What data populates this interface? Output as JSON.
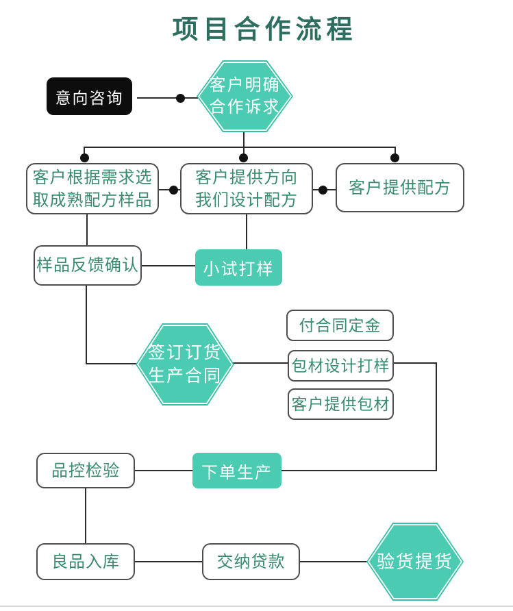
{
  "title": "项目合作流程",
  "colors": {
    "accent_teal": "#4ccbb3",
    "hexagon_border_teal": "#38c0a7",
    "text_green": "#3a8a6e",
    "title_green": "#2e6e60",
    "box_border_gray": "#4d4d4d",
    "black_box": "#0d0d0d",
    "line_black": "#2b2b2b",
    "bottom_divider_gray": "#d8d8d8"
  },
  "nodes": {
    "intent": {
      "label": "意向咨询"
    },
    "clarify": {
      "label": "客户明确\n合作诉求"
    },
    "select_sample": {
      "label": "客户根据需求选\n取成熟配方样品"
    },
    "provide_direction": {
      "label": "客户提供方向\n我们设计配方"
    },
    "provide_formula": {
      "label": "客户提供配方"
    },
    "sample_feedback": {
      "label": "样品反馈确认"
    },
    "trial_sample": {
      "label": "小试打样"
    },
    "sign_contract": {
      "label": "签订订货\n生产合同"
    },
    "deposit": {
      "label": "付合同定金"
    },
    "packaging_design": {
      "label": "包材设计打样"
    },
    "client_packaging": {
      "label": "客户提供包材"
    },
    "quality_check": {
      "label": "品控检验"
    },
    "production": {
      "label": "下单生产"
    },
    "warehouse": {
      "label": "良品入库"
    },
    "payment": {
      "label": "交纳贷款"
    },
    "pickup": {
      "label": "验货提货"
    }
  }
}
